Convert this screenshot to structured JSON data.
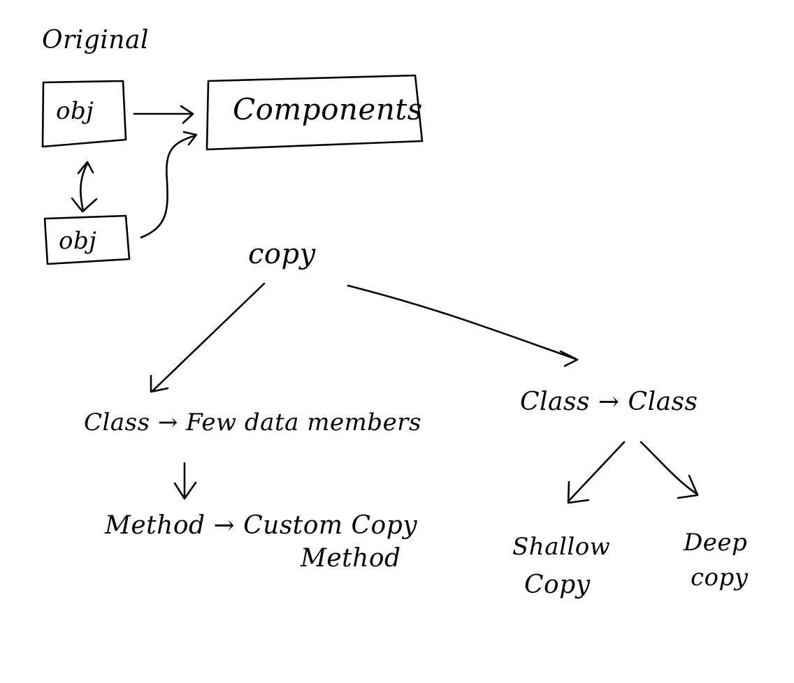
{
  "diagram": {
    "title": "Original",
    "nodes": {
      "obj_top": "obj",
      "obj_bottom": "obj",
      "components": "Components",
      "copy": "copy",
      "class_few": "Class → Few data members",
      "method": "Method → Custom Copy",
      "method_line2": "Method",
      "class_class": "Class → Class",
      "shallow_line1": "Shallow",
      "shallow_line2": "Copy",
      "deep_line1": "Deep",
      "deep_line2": "copy"
    },
    "ink_color": "#000000",
    "background_color": "#ffffff"
  }
}
